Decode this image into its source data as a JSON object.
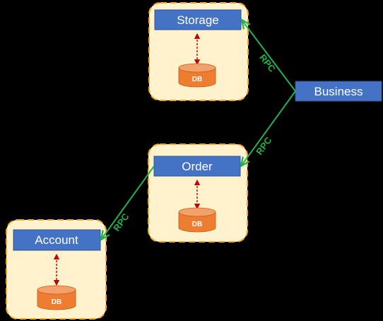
{
  "colors": {
    "background": "#000000",
    "service_box": "#4472c4",
    "service_border": "#2f5597",
    "container_fill": "#fff2cc",
    "container_border": "#f5a623",
    "db_fill": "#ed7d31",
    "db_top": "#f4a06a",
    "dependency_arrow": "#c00000",
    "rpc_line": "#22b14c"
  },
  "services": {
    "storage": "Storage",
    "business": "Business",
    "order": "Order",
    "account": "Account"
  },
  "databases": {
    "storage_db": "DB",
    "order_db": "DB",
    "account_db": "DB"
  },
  "connections": {
    "business_to_storage": "RPC",
    "business_to_order": "RPC",
    "order_to_account": "RPC"
  }
}
